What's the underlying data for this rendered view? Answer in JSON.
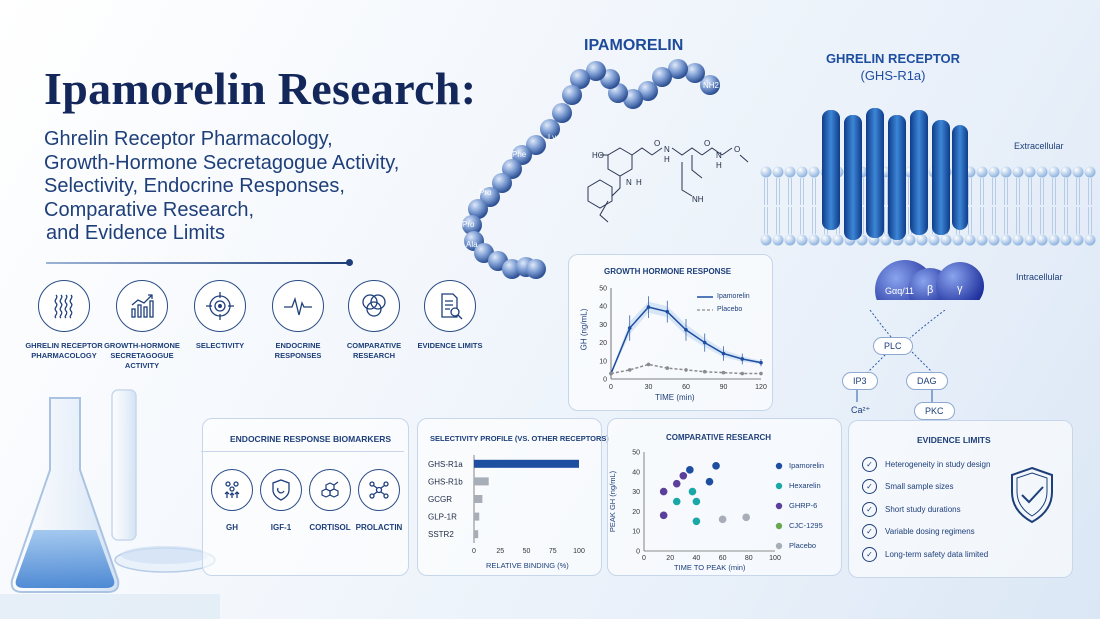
{
  "title": "Ipamorelin Research:",
  "subtitle_lines": [
    "Ghrelin Receptor Pharmacology,",
    "Growth-Hormone Secretagogue Activity,",
    "Selectivity, Endocrine Responses,",
    "Comparative Research,",
    "and Evidence Limits"
  ],
  "topics": [
    {
      "label": "Ghrelin Receptor Pharmacology",
      "icon": "receptor-icon"
    },
    {
      "label": "Growth-Hormone Secretagogue Activity",
      "icon": "bar-chart-icon"
    },
    {
      "label": "Selectivity",
      "icon": "target-icon"
    },
    {
      "label": "Endocrine Responses",
      "icon": "pulse-icon"
    },
    {
      "label": "Comparative Research",
      "icon": "venn-icon"
    },
    {
      "label": "Evidence Limits",
      "icon": "document-search-icon"
    }
  ],
  "molecule": {
    "title": "IPAMORELIN",
    "residues": [
      "Lys",
      "Phe",
      "Pro",
      "Pro",
      "Ala"
    ],
    "terminal": "NH2",
    "structure_labels": [
      "HO",
      "O",
      "N",
      "H",
      "O",
      "N",
      "H",
      "O",
      "N",
      "H",
      "NH"
    ]
  },
  "receptor": {
    "title": "GHRELIN RECEPTOR",
    "subtitle": "(GHS-R1a)",
    "extracellular": "Extracellular",
    "intracellular": "Intracellular",
    "g_subunits": [
      "Gαq/11",
      "β",
      "γ"
    ],
    "signaling": {
      "plc": "PLC",
      "ip3": "IP3",
      "dag": "DAG",
      "ca": "Ca²⁺",
      "pkc": "PKC"
    }
  },
  "gh_chart": {
    "title": "GROWTH HORMONE RESPONSE",
    "ylabel": "GH (ng/mL)",
    "xlabel": "TIME (min)",
    "legend": [
      "Ipamorelin",
      "Placebo"
    ]
  },
  "biomarkers": {
    "title": "ENDOCRINE RESPONSE BIOMARKERS",
    "items": [
      {
        "label": "GH",
        "icon": "hormone-icon"
      },
      {
        "label": "IGF-1",
        "icon": "shield-icon"
      },
      {
        "label": "CORTISOL",
        "icon": "steroid-icon"
      },
      {
        "label": "PROLACTIN",
        "icon": "molecule-icon"
      }
    ]
  },
  "selectivity": {
    "title": "SELECTIVITY PROFILE (vs. Other Receptors)",
    "xlabel": "RELATIVE BINDING (%)"
  },
  "comparative": {
    "title": "COMPARATIVE RESEARCH",
    "ylabel": "PEAK GH (ng/mL)",
    "xlabel": "TIME TO PEAK (min)",
    "legend": [
      "Ipamorelin",
      "Hexarelin",
      "GHRP-6",
      "CJC-1295",
      "Placebo"
    ]
  },
  "evidence": {
    "title": "EVIDENCE LIMITS",
    "items": [
      "Heterogeneity in study design",
      "Small sample sizes",
      "Short study durations",
      "Variable dosing regimens",
      "Long-term safety data limited"
    ]
  },
  "colors": {
    "navy": "#13275a",
    "blue": "#1d4ea0",
    "teal": "#1aa7a8",
    "purple": "#5b3f9c",
    "green": "#6aa84f",
    "gray": "#a8aeb8"
  },
  "chart_data": [
    {
      "type": "line",
      "title": "GROWTH HORMONE RESPONSE",
      "xlabel": "TIME (min)",
      "ylabel": "GH (ng/mL)",
      "xlim": [
        0,
        120
      ],
      "ylim": [
        0,
        50
      ],
      "xticks": [
        0,
        30,
        60,
        90,
        120
      ],
      "yticks": [
        0,
        10,
        20,
        30,
        40,
        50
      ],
      "legend_position": "top-right",
      "series": [
        {
          "name": "Ipamorelin",
          "x": [
            0,
            15,
            30,
            45,
            60,
            75,
            90,
            105,
            120
          ],
          "y": [
            3,
            28,
            39.5,
            37,
            27,
            20,
            14,
            11,
            9
          ],
          "err": [
            1,
            7,
            6,
            6,
            6,
            5,
            4,
            3,
            2
          ],
          "color": "#1d4ea0",
          "style": "solid"
        },
        {
          "name": "Placebo",
          "x": [
            0,
            15,
            30,
            45,
            60,
            75,
            90,
            105,
            120
          ],
          "y": [
            3,
            5,
            8,
            6,
            5,
            4,
            3.5,
            3,
            3
          ],
          "err": [
            1,
            1,
            1,
            1,
            1,
            0.5,
            0.5,
            0.5,
            0.5
          ],
          "color": "#8b8b8b",
          "style": "dashed"
        }
      ]
    },
    {
      "type": "bar",
      "title": "SELECTIVITY PROFILE (vs. Other Receptors)",
      "xlabel": "RELATIVE BINDING (%)",
      "orientation": "horizontal",
      "xlim": [
        0,
        100
      ],
      "xticks": [
        0,
        25,
        50,
        75,
        100
      ],
      "categories": [
        "GHS-R1a",
        "GHS-R1b",
        "GCGR",
        "GLP-1R",
        "SSTR2"
      ],
      "values": [
        100,
        14,
        8,
        5,
        4
      ],
      "colors": [
        "#1d4ea0",
        "#a8aeb8",
        "#a8aeb8",
        "#a8aeb8",
        "#a8aeb8"
      ]
    },
    {
      "type": "scatter",
      "title": "COMPARATIVE RESEARCH",
      "xlabel": "TIME TO PEAK (min)",
      "ylabel": "PEAK GH (ng/mL)",
      "xlim": [
        0,
        100
      ],
      "ylim": [
        0,
        50
      ],
      "xticks": [
        0,
        20,
        40,
        60,
        80,
        100
      ],
      "yticks": [
        0,
        10,
        20,
        30,
        40,
        50
      ],
      "legend_position": "right",
      "series": [
        {
          "name": "Ipamorelin",
          "color": "#1d4ea0",
          "points": [
            [
              35,
              41
            ],
            [
              55,
              43
            ],
            [
              50,
              35
            ]
          ]
        },
        {
          "name": "Hexarelin",
          "color": "#1aa7a8",
          "points": [
            [
              25,
              25
            ],
            [
              40,
              25
            ],
            [
              37,
              30
            ],
            [
              40,
              15
            ]
          ]
        },
        {
          "name": "GHRP-6",
          "color": "#5b3f9c",
          "points": [
            [
              15,
              30
            ],
            [
              25,
              34
            ],
            [
              15,
              18
            ],
            [
              30,
              38
            ]
          ]
        },
        {
          "name": "CJC-1295",
          "color": "#6aa84f",
          "points": []
        },
        {
          "name": "Placebo",
          "color": "#a8aeb8",
          "points": [
            [
              60,
              16
            ],
            [
              78,
              17
            ]
          ]
        }
      ]
    }
  ]
}
